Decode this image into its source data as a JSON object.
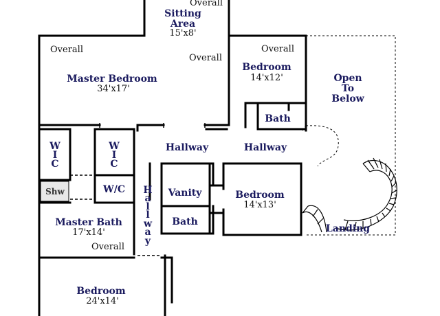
{
  "colors": {
    "wall": "#000000",
    "label": "#1a1a5e",
    "text": "#111111",
    "background": "#ffffff",
    "shower": "#e8e8e8"
  },
  "rooms": {
    "sitting_area": {
      "line1": "Sitting",
      "line2": "Area",
      "dim": "15'x8'",
      "overall": "Overall"
    },
    "master_bedroom": {
      "name": "Master Bedroom",
      "dim": "34'x17'",
      "overall_left": "Overall",
      "overall_right": "Overall"
    },
    "bedroom_ne": {
      "name": "Bedroom",
      "dim": "14'x12'",
      "overall": "Overall"
    },
    "open_to_below": {
      "line1": "Open",
      "line2": "To",
      "line3": "Below"
    },
    "bath_ne": {
      "name": "Bath"
    },
    "wic_left": {
      "line1": "W",
      "line2": "I",
      "line3": "C"
    },
    "wic_right": {
      "line1": "W",
      "line2": "I",
      "line3": "C"
    },
    "hallway_left": {
      "name": "Hallway"
    },
    "hallway_right": {
      "name": "Hallway"
    },
    "hallway_vertical": {
      "letters": [
        "H",
        "a",
        "l",
        "l",
        "w",
        "a",
        "y"
      ]
    },
    "shower": {
      "name": "Shw"
    },
    "wc": {
      "name": "W/C"
    },
    "vanity": {
      "name": "Vanity"
    },
    "bedroom_center": {
      "name": "Bedroom",
      "dim": "14'x13'"
    },
    "bath_center": {
      "name": "Bath"
    },
    "landing": {
      "name": "Landing"
    },
    "master_bath": {
      "name": "Master Bath",
      "dim": "17'x14'",
      "overall": "Overall"
    },
    "bedroom_sw": {
      "name": "Bedroom",
      "dim": "24'x14'"
    }
  }
}
